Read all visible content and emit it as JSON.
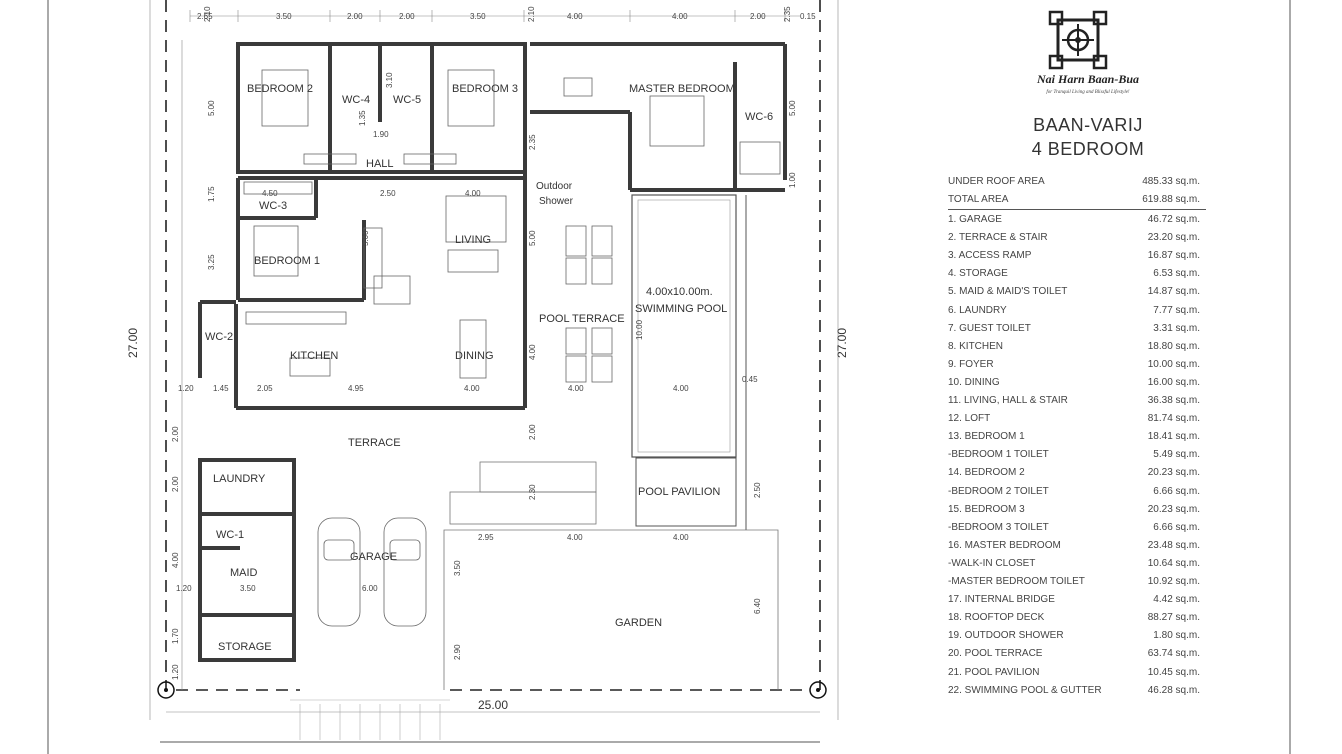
{
  "brand": {
    "name": "Nai Harn Baan-Bua",
    "tagline": "for Tranquil Living and Blissful Lifestyle!",
    "logo": "lotus-square-logo-icon"
  },
  "model": {
    "name": "BAAN-VARIJ",
    "bedrooms": "4 BEDROOM"
  },
  "totals": [
    {
      "label": "UNDER ROOF AREA",
      "value": "485.33 sq.m."
    },
    {
      "label": "TOTAL AREA",
      "value": "619.88 sq.m."
    }
  ],
  "areas": [
    {
      "label": "1. GARAGE",
      "value": "46.72 sq.m."
    },
    {
      "label": "2. TERRACE & STAIR",
      "value": "23.20 sq.m."
    },
    {
      "label": "3. ACCESS RAMP",
      "value": "16.87 sq.m."
    },
    {
      "label": "4. STORAGE",
      "value": "6.53 sq.m."
    },
    {
      "label": "5. MAID & MAID'S TOILET",
      "value": "14.87 sq.m."
    },
    {
      "label": "6. LAUNDRY",
      "value": "7.77 sq.m."
    },
    {
      "label": "7. GUEST TOILET",
      "value": "3.31 sq.m."
    },
    {
      "label": "8. KITCHEN",
      "value": "18.80 sq.m."
    },
    {
      "label": "9. FOYER",
      "value": "10.00 sq.m."
    },
    {
      "label": "10. DINING",
      "value": "16.00 sq.m."
    },
    {
      "label": "11. LIVING, HALL & STAIR",
      "value": "36.38 sq.m."
    },
    {
      "label": "12. LOFT",
      "value": "81.74 sq.m."
    },
    {
      "label": "13. BEDROOM 1",
      "value": "18.41 sq.m."
    },
    {
      "label": "-BEDROOM 1 TOILET",
      "value": "5.49 sq.m."
    },
    {
      "label": "14. BEDROOM 2",
      "value": "20.23 sq.m."
    },
    {
      "label": "-BEDROOM 2 TOILET",
      "value": "6.66 sq.m."
    },
    {
      "label": "15. BEDROOM 3",
      "value": "20.23 sq.m."
    },
    {
      "label": "-BEDROOM 3 TOILET",
      "value": "6.66 sq.m."
    },
    {
      "label": "16. MASTER BEDROOM",
      "value": "23.48 sq.m."
    },
    {
      "label": "-WALK-IN CLOSET",
      "value": "10.64 sq.m."
    },
    {
      "label": "-MASTER BEDROOM TOILET",
      "value": "10.92 sq.m."
    },
    {
      "label": "17. INTERNAL BRIDGE",
      "value": "4.42 sq.m."
    },
    {
      "label": "18. ROOFTOP DECK",
      "value": "88.27 sq.m."
    },
    {
      "label": "19. OUTDOOR SHOWER",
      "value": "1.80 sq.m."
    },
    {
      "label": "20. POOL TERRACE",
      "value": "63.74 sq.m."
    },
    {
      "label": "21. POOL PAVILION",
      "value": "10.45 sq.m."
    },
    {
      "label": "22. SWIMMING POOL & GUTTER",
      "value": "46.28 sq.m."
    }
  ],
  "rooms": {
    "bedroom2": "BEDROOM 2",
    "wc4": "WC-4",
    "wc5": "WC-5",
    "bedroom3": "BEDROOM 3",
    "master": "MASTER BEDROOM",
    "wc6": "WC-6",
    "hall": "HALL",
    "wc3": "WC-3",
    "outdoor_shower_1": "Outdoor",
    "outdoor_shower_2": "Shower",
    "bedroom1": "BEDROOM 1",
    "living": "LIVING",
    "pool_1": "4.00x10.00m.",
    "pool_2": "SWIMMING POOL",
    "pool_terrace": "POOL TERRACE",
    "wc2": "WC-2",
    "kitchen": "KITCHEN",
    "dining": "DINING",
    "terrace": "TERRACE",
    "laundry": "LAUNDRY",
    "pool_pavilion": "POOL PAVILION",
    "wc1": "WC-1",
    "garage": "GARAGE",
    "maid": "MAID",
    "storage": "STORAGE",
    "garden": "GARDEN"
  },
  "dims": {
    "top": [
      "2.65",
      "2.10",
      "3.50",
      "2.00",
      "2.00",
      "3.50",
      "2.10",
      "4.00",
      "4.00",
      "2.00",
      "2.35"
    ],
    "top_extra": "0.15",
    "overall_height": "27.00",
    "overall_width": "25.00",
    "left": [
      "5.00",
      "1.75",
      "3.25",
      "2.00",
      "2.00",
      "4.00",
      "1.20",
      "1.70",
      "1.20"
    ],
    "interior": {
      "h_3_10": "3.10",
      "h_1_90": "1.90",
      "h_4_50": "4.50",
      "h_2_50": "2.50",
      "h_4_00a": "4.00",
      "h_2_35": "2.35",
      "h_5_00a": "5.00",
      "h_5_00b": "5.00",
      "h_5_00c": "5.00",
      "h_1_00": "1.00",
      "h_1_20": "1.20",
      "h_1_45": "1.45",
      "h_2_05": "2.05",
      "h_4_95": "4.95",
      "h_4_00b": "4.00",
      "h_4_00c": "4.00",
      "h_4_00d": "4.00",
      "h_0_45": "0.45",
      "h_10_00": "10.00",
      "h_4_00e": "4.00",
      "h_2_00": "2.00",
      "h_2_30": "2.30",
      "h_2_50b": "2.50",
      "h_2_95": "2.95",
      "h_4_00f": "4.00",
      "h_4_00g": "4.00",
      "h_3_50": "3.50",
      "h_6_00": "6.00",
      "h_3_50b": "3.50",
      "h_6_40": "6.40",
      "h_2_90": "2.90",
      "h_2_10b": "2.10",
      "h_1_35": "1.35"
    }
  }
}
